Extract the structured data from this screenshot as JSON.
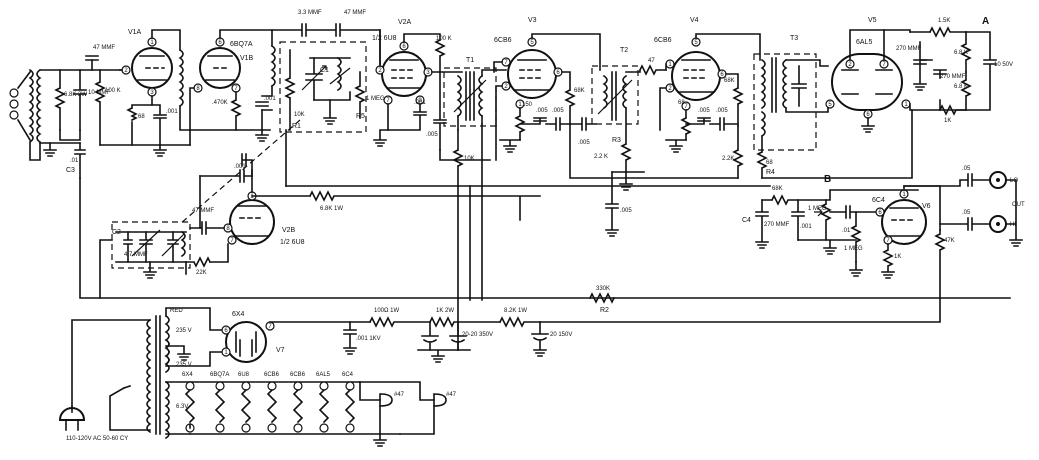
{
  "tubes": {
    "v1a": {
      "label": "V1A"
    },
    "v1b": {
      "label": "V1B",
      "type": "6BQ7A"
    },
    "v2a": {
      "label": "V2A",
      "type": "1/2 6U8"
    },
    "v2b": {
      "label": "V2B",
      "type": "1/2 6U8"
    },
    "v3": {
      "label": "V3",
      "type": "6CB6"
    },
    "v4": {
      "label": "V4",
      "type": "6CB6"
    },
    "v5": {
      "label": "V5",
      "type": "6AL5"
    },
    "v6": {
      "label": "V6",
      "type": "6C4"
    },
    "v7": {
      "label": "V7",
      "type": "6X4"
    }
  },
  "components": {
    "c_47_in": "47 MMF",
    "r_68k_2w": "6.8K 2W",
    "c_10_mmf": "10 MMF",
    "r_100k_in": "100 K",
    "c_01_c3": ".01",
    "c3": "C3",
    "r_68_v1a": "68",
    "c_001_v1a": ".001",
    "r_470k": ".470K",
    "c_001_v1b": ".001",
    "c_33": "3.3 MMF",
    "c_47_top": "47 MMF",
    "r_10k_r1": "10K",
    "r1": "R1",
    "c1": "C1",
    "r_1meg": "1 MEG",
    "r5": "R5",
    "r_100k_v2a": "100 K",
    "c_001_v2a": ".001",
    "c_005_v2a": ".005",
    "t1": "T1",
    "r_10k_t1": "10K",
    "r_150": "150",
    "c_005_v3a": ".005",
    "c_005_v3b": ".005",
    "r_68k_v3": "68K",
    "c_005_v3c": ".005",
    "t2": "T2",
    "r3": "R3",
    "r_22k_r3": "2.2 K",
    "r_47_v4": "47",
    "c_005_bot": ".005",
    "r_68_v4": "68",
    "c_005_v4a": ".005",
    "c_005_v4b": ".005",
    "r_68k_v4": "68K",
    "r_22k_v4": "2.2K",
    "t3": "T3",
    "r_68_r4": "68",
    "r4": "R4",
    "c_270_v5a": "270 MMF",
    "c_270_v5b": "270 MMF",
    "r_15k": "1.5K",
    "r_68k_a": "6.8 K",
    "r_68k_b": "6.8 K",
    "r_1k_v5": "1K",
    "c_10_50v": "10 50V",
    "point_a": "A",
    "point_b": "B",
    "r_68k_b_node": "68K",
    "c4": "C4",
    "c_270_c4": "270 MMF",
    "c_001_b": ".001",
    "r_1meg_pot": "1 MEG",
    "c_01_v6": ".01",
    "r_1meg_v6": "1 MEG",
    "r_1k_v6": "1K",
    "r_47k_v6": "47K",
    "c_05_lo": ".05",
    "c_05_hi": ".05",
    "out_lo": "LO",
    "out_hi": "HI",
    "out": "OUT",
    "c_001_osc": ".001",
    "c_47_osc": "47 MMF",
    "r_68k_1w": "6.8K 1W",
    "c2": "C2",
    "c_47_c2": "4.7 MMF",
    "r_22k_osc": "22K",
    "r_330k": "330K",
    "r2": "R2",
    "red": "RED",
    "v235a": "235 V",
    "v235b": "235 V",
    "r_100_1w": "100Ω 1W",
    "c_001_1kv": ".001 1KV",
    "r_1k_2w": "1K 2W",
    "c_20_350": "20-20 350V",
    "r_82k_1w": "8.2K 1W",
    "c_20_150": "20 150V",
    "v63": "6.3V",
    "ac": "110-120V AC 50-60 CY",
    "lamp_a": "#47",
    "lamp_b": "#47"
  },
  "heaters": [
    "6X4",
    "6BQ7A",
    "6U8",
    "6CB6",
    "6CB6",
    "6AL5",
    "6C4"
  ]
}
